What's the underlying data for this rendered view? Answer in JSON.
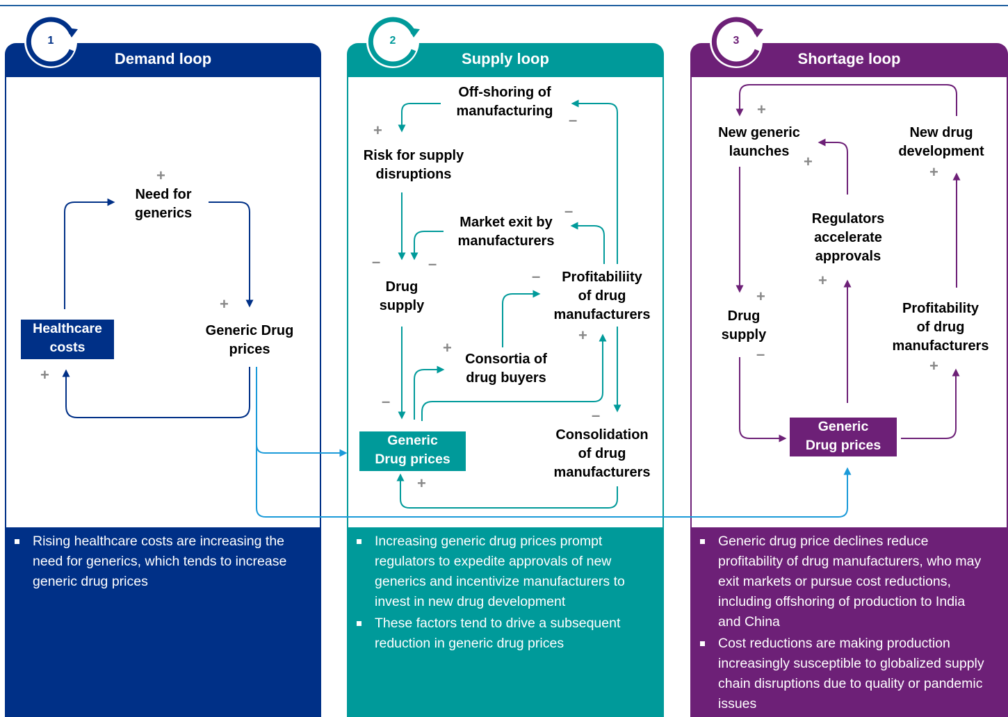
{
  "panels": [
    {
      "number": "1",
      "title": "Demand loop",
      "color": "#003087",
      "nodes": {
        "need": "Need for\ngenerics",
        "costs": "Healthcare\ncosts",
        "prices": "Generic Drug\nprices"
      },
      "bullets": [
        "Rising healthcare costs are increasing the need for generics, which tends to increase generic drug prices"
      ]
    },
    {
      "number": "2",
      "title": "Supply loop",
      "color": "#009a9a",
      "nodes": {
        "offshoring": "Off-shoring of\nmanufacturing",
        "risk": "Risk for supply\ndisruptions",
        "exit": "Market exit by\nmanufacturers",
        "supply": "Drug\nsupply",
        "profit": "Profitabiliity\nof drug\nmanufacturers",
        "consortia": "Consortia of\ndrug buyers",
        "prices": "Generic\nDrug prices",
        "consolidation": "Consolidation\nof drug\nmanufacturers"
      },
      "bullets": [
        "Increasing generic drug prices prompt regulators to expedite approvals of new generics and incentivize manufacturers to invest in new drug development",
        "These factors tend to drive a subsequent reduction in generic drug prices"
      ]
    },
    {
      "number": "3",
      "title": "Shortage loop",
      "color": "#6d2077",
      "nodes": {
        "launches": "New generic\nlaunches",
        "development": "New drug\ndevelopment",
        "regulators": "Regulators\naccelerate\napprovals",
        "supply": "Drug\nsupply",
        "profit": "Profitability\nof drug\nmanufacturers",
        "prices": "Generic\nDrug prices"
      },
      "bullets": [
        "Generic drug price declines reduce profitability of drug manufacturers, who may exit markets or pursue cost reductions, including offshoring of production to India and China",
        "Cost reductions are making production increasingly susceptible to globalized supply chain disruptions due to quality or pandemic issues"
      ]
    }
  ],
  "signs": {
    "plus": "+",
    "minus": "–"
  },
  "colors": {
    "link": "#1a9ad9",
    "sign": "#888888"
  }
}
